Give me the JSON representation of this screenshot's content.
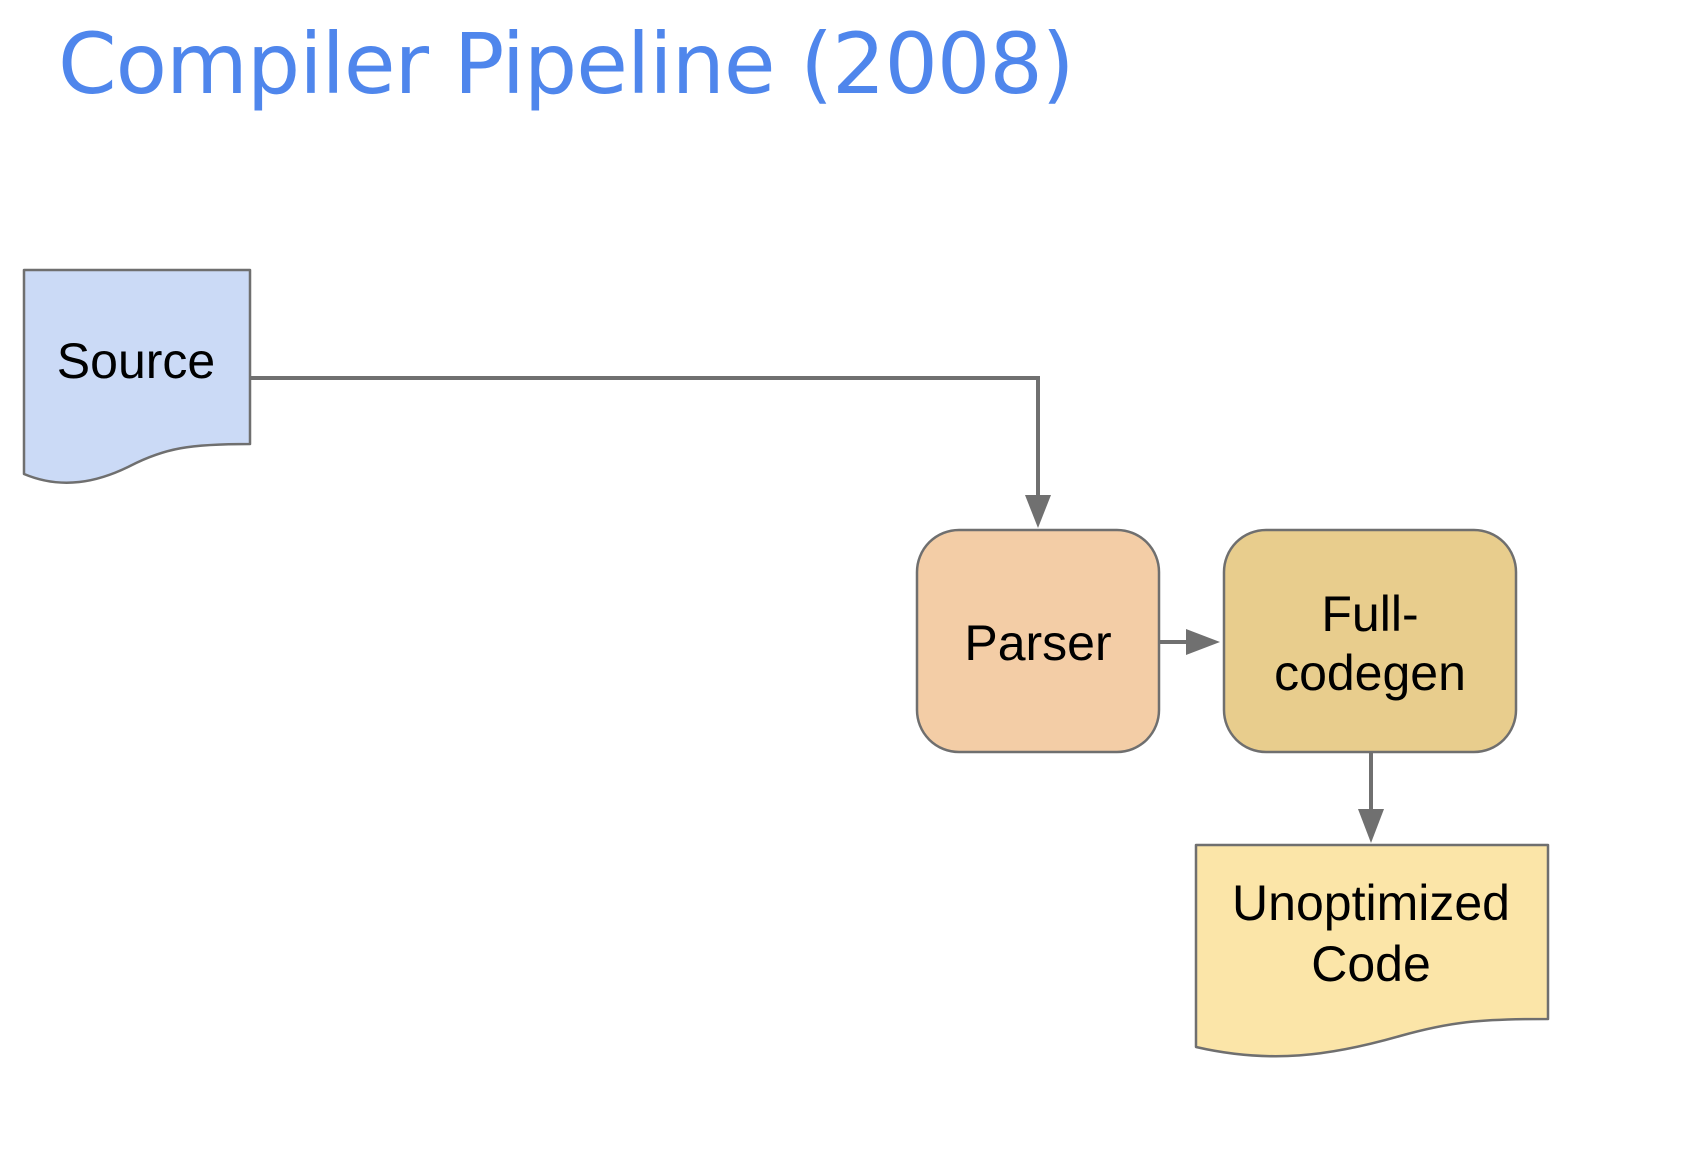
{
  "title": "Compiler Pipeline (2008)",
  "colors": {
    "title": "#4f86ec",
    "source_fill": "#cbdaf6",
    "parser_fill": "#f3cda6",
    "codegen_fill": "#e8cd8d",
    "output_fill": "#fbe5a8",
    "stroke": "#6f6f6f",
    "arrow": "#707070"
  },
  "nodes": {
    "source": {
      "shape": "document",
      "lines": [
        "Source"
      ]
    },
    "parser": {
      "shape": "rounded-rectangle",
      "lines": [
        "Parser"
      ]
    },
    "full_codegen": {
      "shape": "rounded-rectangle",
      "lines": [
        "Full-",
        "codegen"
      ]
    },
    "unoptimized_code": {
      "shape": "document",
      "lines": [
        "Unoptimized",
        "Code"
      ]
    }
  },
  "edges": [
    {
      "from": "source",
      "to": "parser"
    },
    {
      "from": "parser",
      "to": "full_codegen"
    },
    {
      "from": "full_codegen",
      "to": "unoptimized_code"
    }
  ]
}
